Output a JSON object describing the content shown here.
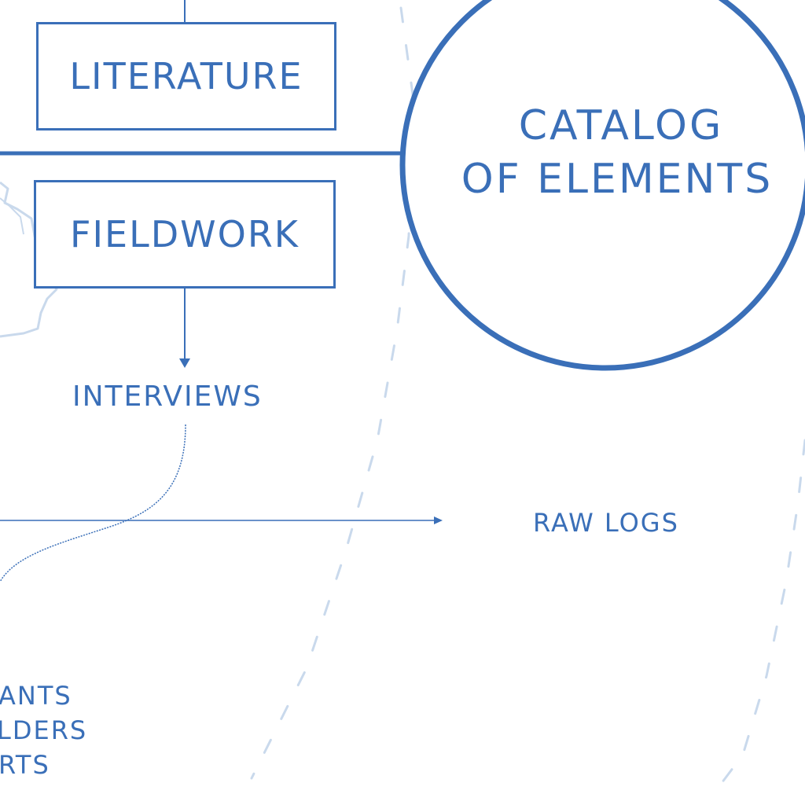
{
  "colors": {
    "stroke": "#3a6fb8",
    "faint": "#c9d9ec",
    "background": "#ffffff"
  },
  "nodes": {
    "literature": "LITERATURE",
    "fieldwork": "FIELDWORK",
    "catalog_line1": "CATALOG",
    "catalog_line2": "OF ELEMENTS",
    "interviews": "INTERVIEWS",
    "raw_logs": "RAW LOGS"
  },
  "partial_list": {
    "line1": "ANTS",
    "line2": "LDERS",
    "line3": "RTS"
  }
}
